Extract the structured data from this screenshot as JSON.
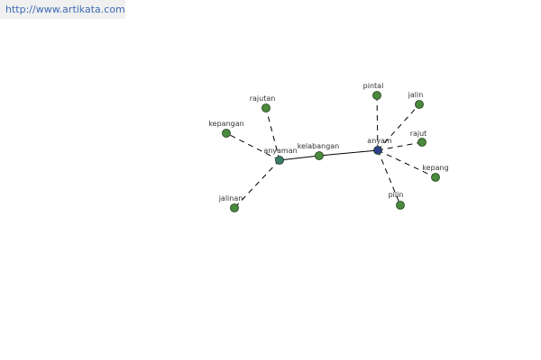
{
  "header": {
    "url": "http://www.artikata.com"
  },
  "colors": {
    "leaf": "#4a8a3c",
    "center": "#2f3f8f",
    "hub": "#3a7a6a",
    "edge": "#000000"
  },
  "graph": {
    "nodes": [
      {
        "id": "anyam",
        "label": "anyam",
        "role": "center"
      },
      {
        "id": "kelabangan",
        "label": "kelabangan",
        "role": "leaf"
      },
      {
        "id": "anyaman",
        "label": "anyaman",
        "role": "hub"
      },
      {
        "id": "pintal",
        "label": "pintal",
        "role": "leaf"
      },
      {
        "id": "jalin",
        "label": "jalin",
        "role": "leaf"
      },
      {
        "id": "rajut",
        "label": "rajut",
        "role": "leaf"
      },
      {
        "id": "kepang",
        "label": "kepang",
        "role": "leaf"
      },
      {
        "id": "pilin",
        "label": "pilin",
        "role": "leaf"
      },
      {
        "id": "rajutan",
        "label": "rajutan",
        "role": "leaf"
      },
      {
        "id": "kepangan",
        "label": "kepangan",
        "role": "leaf"
      },
      {
        "id": "jalinan",
        "label": "jalinan",
        "role": "leaf"
      }
    ],
    "edges": [
      {
        "from": "anyam",
        "to": "kelabangan",
        "style": "solid"
      },
      {
        "from": "kelabangan",
        "to": "anyaman",
        "style": "solid"
      },
      {
        "from": "anyam",
        "to": "pintal",
        "style": "dashed"
      },
      {
        "from": "anyam",
        "to": "jalin",
        "style": "dashed"
      },
      {
        "from": "anyam",
        "to": "rajut",
        "style": "dashed"
      },
      {
        "from": "anyam",
        "to": "kepang",
        "style": "dashed"
      },
      {
        "from": "anyam",
        "to": "pilin",
        "style": "dashed"
      },
      {
        "from": "anyaman",
        "to": "rajutan",
        "style": "dashed"
      },
      {
        "from": "anyaman",
        "to": "kepangan",
        "style": "dashed"
      },
      {
        "from": "anyaman",
        "to": "jalinan",
        "style": "dashed"
      }
    ]
  }
}
